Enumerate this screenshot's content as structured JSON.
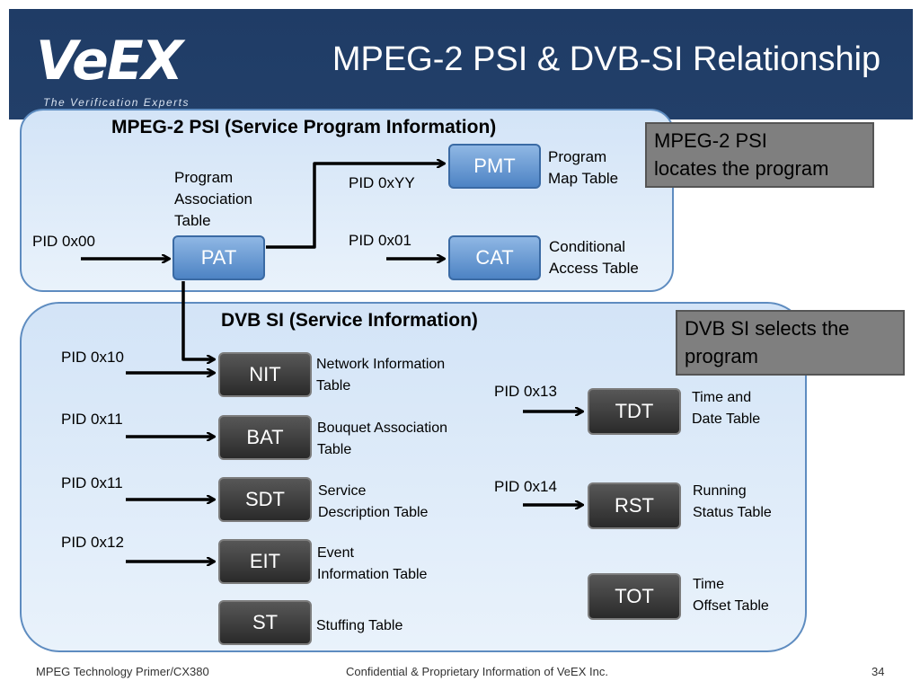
{
  "header": {
    "logo": "VeEX",
    "tagline": "The Verification Experts",
    "title": "MPEG-2 PSI & DVB-SI Relationship"
  },
  "psi": {
    "heading": "MPEG-2 PSI (Service Program Information)",
    "pat": {
      "label": "PAT",
      "desc": [
        "Program",
        "Association",
        "Table"
      ],
      "pid": "PID 0x00"
    },
    "pmt": {
      "label": "PMT",
      "desc": [
        "Program",
        "Map Table"
      ],
      "pid": "PID 0xYY"
    },
    "cat": {
      "label": "CAT",
      "desc": [
        "Conditional",
        "Access Table"
      ],
      "pid": "PID 0x01"
    },
    "note": [
      "MPEG-2 PSI",
      "locates the program"
    ]
  },
  "si": {
    "heading": "DVB SI (Service Information)",
    "nit": {
      "label": "NIT",
      "desc": [
        "Network Information",
        "Table"
      ],
      "pid": "PID 0x10"
    },
    "bat": {
      "label": "BAT",
      "desc": [
        "Bouquet  Association",
        "Table"
      ],
      "pid": "PID 0x11"
    },
    "sdt": {
      "label": "SDT",
      "desc": [
        "Service",
        "Description Table"
      ],
      "pid": "PID 0x11"
    },
    "eit": {
      "label": "EIT",
      "desc": [
        "Event",
        "Information Table"
      ],
      "pid": "PID 0x12"
    },
    "st": {
      "label": "ST",
      "desc": "Stuffing Table"
    },
    "tdt": {
      "label": "TDT",
      "desc": [
        "Time and",
        "Date Table"
      ],
      "pid": "PID 0x13"
    },
    "rst": {
      "label": "RST",
      "desc": [
        "Running",
        "Status Table"
      ],
      "pid": "PID 0x14"
    },
    "tot": {
      "label": "TOT",
      "desc": [
        "Time",
        "Offset Table"
      ]
    },
    "note": [
      "DVB SI selects the",
      "program"
    ]
  },
  "footer": {
    "left": "MPEG Technology Primer/CX380",
    "center": "Confidential & Proprietary Information of VeEX Inc.",
    "page": "34"
  }
}
